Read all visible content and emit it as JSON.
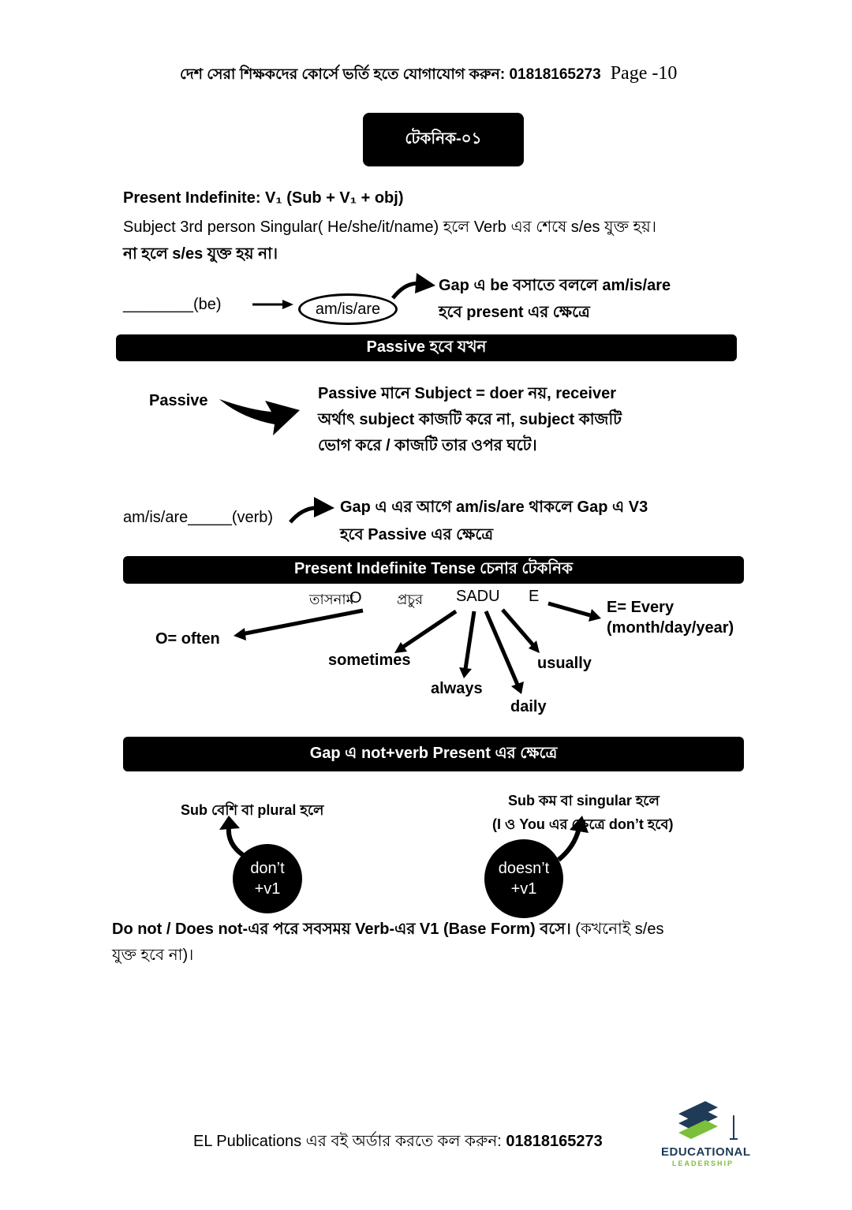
{
  "header": {
    "text": "দেশ সেরা শিক্ষকদের কোর্সে ভর্তি হতে যোগাযোগ করুন: ",
    "phone": "01818165273",
    "page": "Page -10"
  },
  "technique_title": "টেকনিক-০১",
  "present_indefinite": {
    "heading": "Present Indefinite: V₁ (Sub + V₁ + obj)",
    "line1": "Subject 3rd person Singular( He/she/it/name) হলে Verb এর শেষে s/es যুক্ত হয়।",
    "line2": "না হলে s/es যুক্ত হয় না।"
  },
  "be_rule": {
    "blank": "________(be)",
    "circled": "am/is/are",
    "note1": "Gap এ be বসাতে বললে am/is/are",
    "note2": "হবে present এর ক্ষেত্রে"
  },
  "passive_bar": "Passive হবে যখন",
  "passive": {
    "label": "Passive",
    "desc1": "Passive মানে Subject = doer নয়, receiver",
    "desc2": "অর্থাৎ subject কাজটি করে না, subject কাজটি",
    "desc3": "ভোগ করে / কাজটি তার ওপর ঘটে।"
  },
  "v3_rule": {
    "blank": "am/is/are_____(verb)",
    "note1": "Gap এ এর আগে am/is/are থাকলে Gap এ V3",
    "note2": "হবে Passive এর ক্ষেত্রে"
  },
  "tense_bar": "Present Indefinite Tense চেনার টেকনিক",
  "mnemonic": {
    "word1": "তাসনাম",
    "o": "O",
    "word2": "প্রচুর",
    "sadu": "SADU",
    "e": "E",
    "often": "O= often",
    "sometimes": "sometimes",
    "always": "always",
    "daily": "daily",
    "usually": "usually",
    "every1": "E= Every",
    "every2": "(month/day/year)"
  },
  "not_bar": "Gap এ not+verb Present এর ক্ষেত্রে",
  "not_rule": {
    "plural_note": "Sub বেশি বা plural হলে",
    "dont_line1": "don’t",
    "dont_line2": "+v1",
    "singular_note1": "Sub কম বা singular হলে",
    "singular_note2": "(I ও You এর ক্ষেত্রে don’t হবে)",
    "doesnt_line1": "doesn’t",
    "doesnt_line2": "+v1"
  },
  "closing": {
    "bold": "Do not / Does not-এর পরে সবসময় Verb-এর V1 (Base Form) বসে।",
    "normal": " (কখনোই s/es",
    "line2": "যুক্ত হবে না)।"
  },
  "footer": {
    "text": "EL Publications এর বই অর্ডার করতে কল করুন: ",
    "phone": "01818165273"
  },
  "logo": {
    "name": "EDUCATIONAL",
    "sub": "LEADERSHIP"
  },
  "colors": {
    "logo_blue": "#1f3b57",
    "logo_green": "#7bbf3a"
  }
}
